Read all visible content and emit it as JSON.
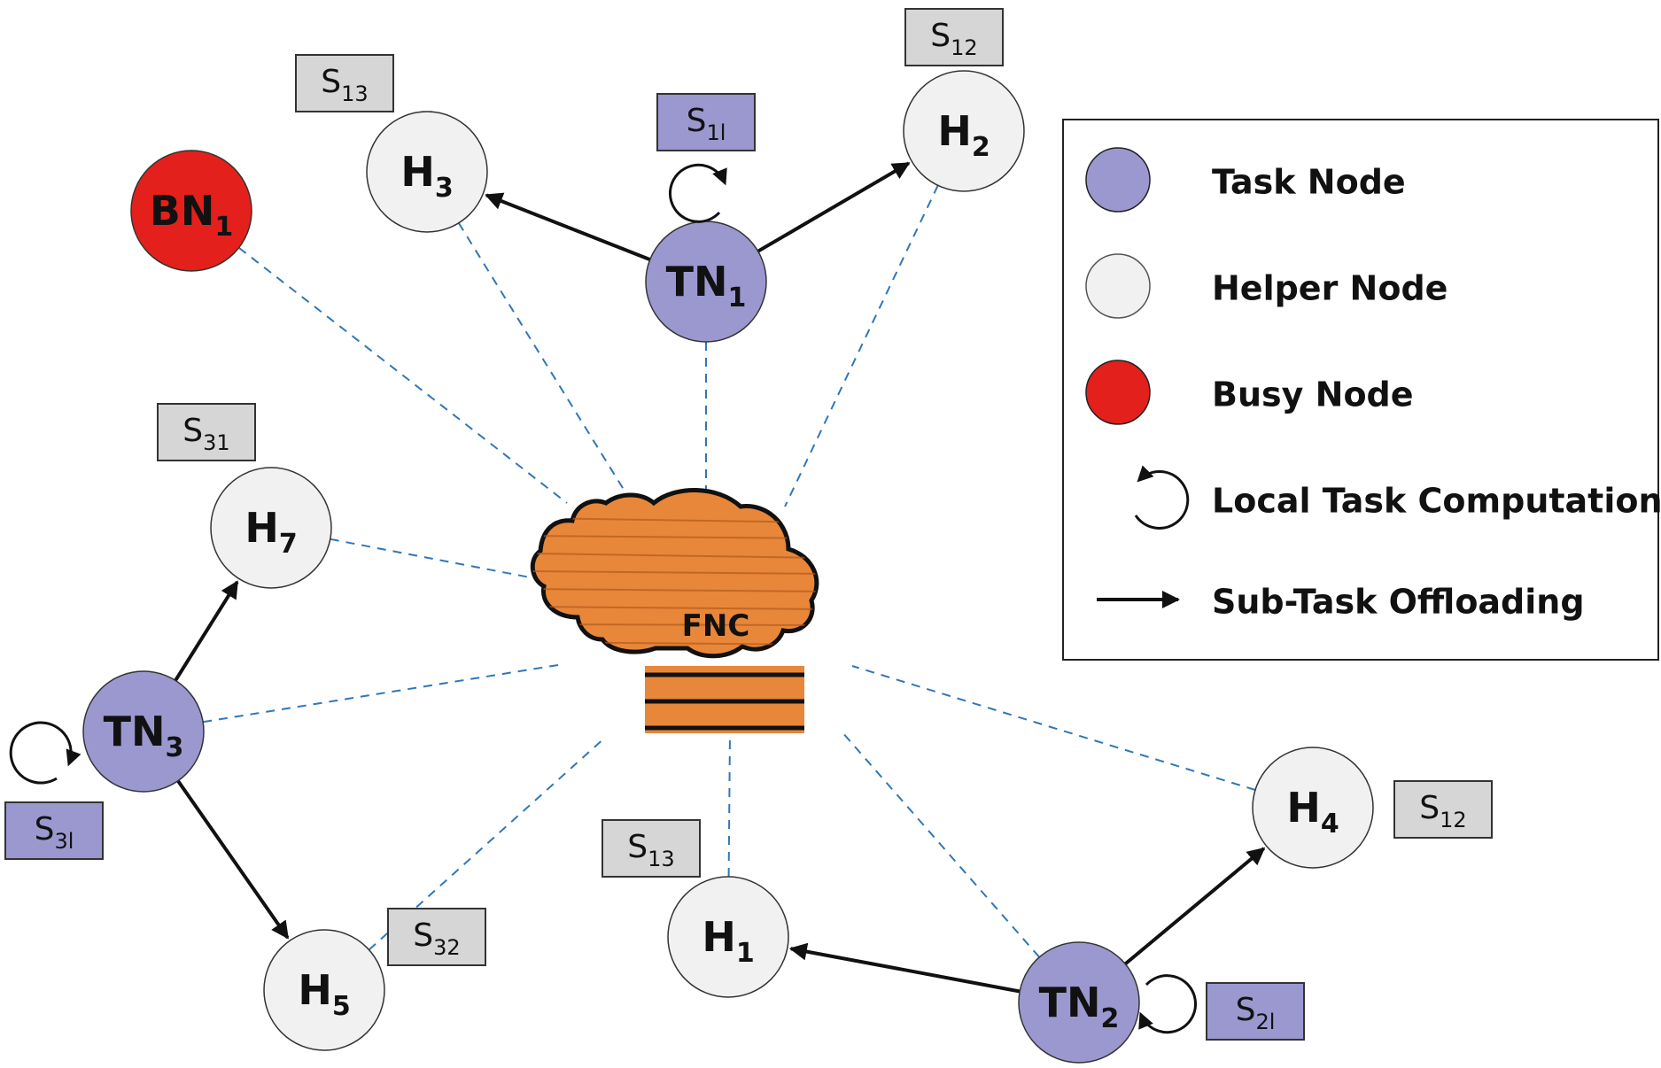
{
  "colors": {
    "task_node": "#9b98cf",
    "helper_node": "#f1f1f1",
    "busy_node": "#e3201b",
    "label_box_gray": "#d6d6d6",
    "label_box_purple": "#9b98cf",
    "dashed_link": "#2f77b8",
    "cloud_fill": "#e8873a"
  },
  "hub": {
    "label": "FNC",
    "icon": "fog-cloud-icon"
  },
  "nodes": {
    "TN1": {
      "base": "TN",
      "sub": "1",
      "type": "task"
    },
    "TN2": {
      "base": "TN",
      "sub": "2",
      "type": "task"
    },
    "TN3": {
      "base": "TN",
      "sub": "3",
      "type": "task"
    },
    "H1": {
      "base": "H",
      "sub": "1",
      "type": "helper"
    },
    "H2": {
      "base": "H",
      "sub": "2",
      "type": "helper"
    },
    "H3": {
      "base": "H",
      "sub": "3",
      "type": "helper"
    },
    "H4": {
      "base": "H",
      "sub": "4",
      "type": "helper"
    },
    "H5": {
      "base": "H",
      "sub": "5",
      "type": "helper"
    },
    "H7": {
      "base": "H",
      "sub": "7",
      "type": "helper"
    },
    "BN1": {
      "base": "BN",
      "sub": "1",
      "type": "busy"
    }
  },
  "subtask_labels": {
    "s13_top": {
      "base": "S",
      "sub": "13",
      "style": "gray"
    },
    "s12_top": {
      "base": "S",
      "sub": "12",
      "style": "gray"
    },
    "s1l": {
      "base": "S",
      "sub": "1l",
      "style": "purple"
    },
    "s31": {
      "base": "S",
      "sub": "31",
      "style": "gray"
    },
    "s3l": {
      "base": "S",
      "sub": "3l",
      "style": "purple"
    },
    "s32": {
      "base": "S",
      "sub": "32",
      "style": "gray"
    },
    "s13_bottom": {
      "base": "S",
      "sub": "13",
      "style": "gray"
    },
    "s12_right": {
      "base": "S",
      "sub": "12",
      "style": "gray"
    },
    "s2l": {
      "base": "S",
      "sub": "2l",
      "style": "purple"
    }
  },
  "offload_edges": [
    [
      "TN1",
      "H3"
    ],
    [
      "TN1",
      "H2"
    ],
    [
      "TN3",
      "H7"
    ],
    [
      "TN3",
      "H5"
    ],
    [
      "TN2",
      "H1"
    ],
    [
      "TN2",
      "H4"
    ]
  ],
  "fog_links": [
    "BN1",
    "H3",
    "TN1",
    "H2",
    "H7",
    "TN3",
    "H5",
    "H1",
    "TN2",
    "H4"
  ],
  "legend": {
    "items": [
      {
        "label": "Task Node",
        "symbol": "task-node-swatch"
      },
      {
        "label": "Helper Node",
        "symbol": "helper-node-swatch"
      },
      {
        "label": "Busy Node",
        "symbol": "busy-node-swatch"
      },
      {
        "label": "Local Task Computation",
        "symbol": "loop-arrow-icon"
      },
      {
        "label": "Sub-Task Offloading",
        "symbol": "arrow-icon"
      }
    ]
  }
}
